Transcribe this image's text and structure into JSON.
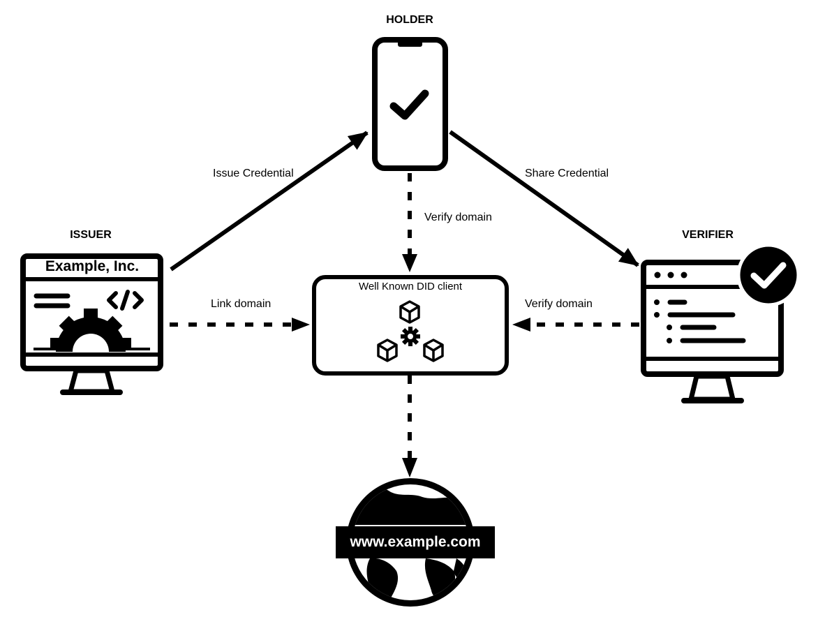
{
  "nodes": {
    "holder": {
      "title": "HOLDER"
    },
    "issuer": {
      "title": "ISSUER",
      "company": "Example, Inc."
    },
    "verifier": {
      "title": "VERIFIER"
    },
    "client": {
      "title": "Well Known DID client"
    },
    "web": {
      "domain": "www.example.com"
    }
  },
  "edges": {
    "issue": "Issue Credential",
    "share": "Share Credential",
    "holder_verify": "Verify domain",
    "link": "Link domain",
    "verifier_verify": "Verify domain"
  },
  "icons": {
    "holder": "smartphone-check-icon",
    "issuer": "monitor-code-gear-icon",
    "verifier": "monitor-list-check-icon",
    "client": "cubes-gear-icon",
    "web": "globe-icon"
  }
}
